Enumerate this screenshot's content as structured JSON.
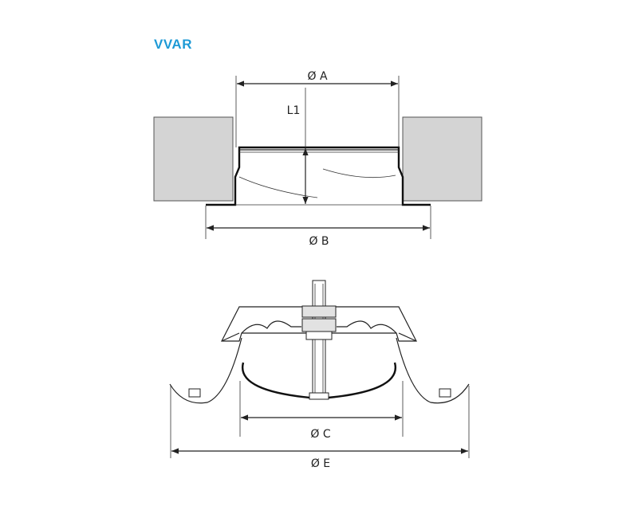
{
  "title": "VVAR",
  "colors": {
    "title": "#1e9ad6",
    "wall": "#d4d4d4",
    "nut": "#e2e2e2"
  },
  "labels": {
    "dim_a": "Ø A",
    "dim_l1": "L1",
    "dim_b": "Ø B",
    "dim_c": "Ø C",
    "dim_e": "Ø E"
  }
}
